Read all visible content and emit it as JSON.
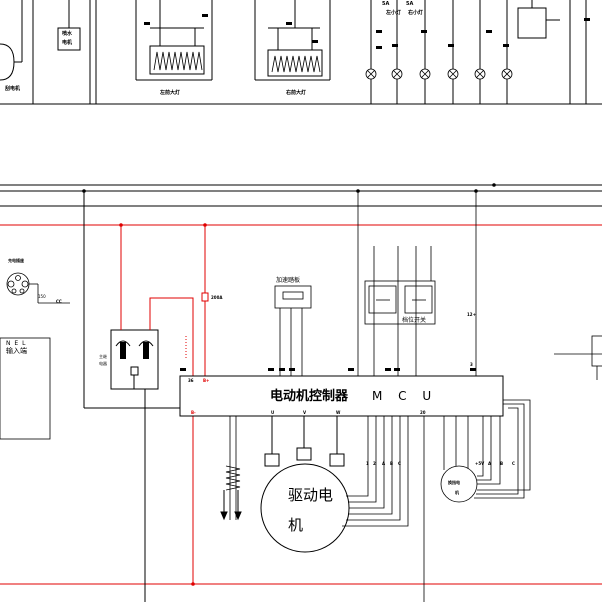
{
  "top": {
    "labels": {
      "pump_line1": "喷水",
      "pump_line2": "电机",
      "wiper_motor": "刮电机",
      "left_headlamp": "左前大灯",
      "right_headlamp": "右前大灯",
      "left_small_lamp": "左小灯",
      "right_small_lamp": "右小灯",
      "fuse_left": "5A",
      "fuse_right": "5A"
    }
  },
  "charger": {
    "port_label": "充电插座",
    "nel": "N E L",
    "input_end": "输入端",
    "cc": "CC",
    "cc_pin": "150"
  },
  "relay": {
    "label_line1": "主继",
    "label_line2": "电器"
  },
  "fuse_200a": "200A",
  "accel": {
    "label": "加速踏板"
  },
  "gear": {
    "label": "档位开关",
    "pin": "12+"
  },
  "mcu": {
    "title": "电动机控制器",
    "code": "M C U",
    "b_plus": "B+",
    "b_minus": "B-",
    "pin_36": "36",
    "phase_u": "U",
    "phase_v": "V",
    "phase_w": "W"
  },
  "motor": {
    "line1": "驱动电",
    "line2": "机"
  },
  "shift_motor": {
    "line1": "换挡电",
    "line2": "机"
  },
  "resolver_letters": [
    "1",
    "2",
    "A",
    "B",
    "C"
  ],
  "shift_letters": [
    "+5V",
    "A",
    "B",
    "C"
  ],
  "misc": {
    "mcu_pin_20": "20",
    "mcu_pin_3": "3"
  }
}
